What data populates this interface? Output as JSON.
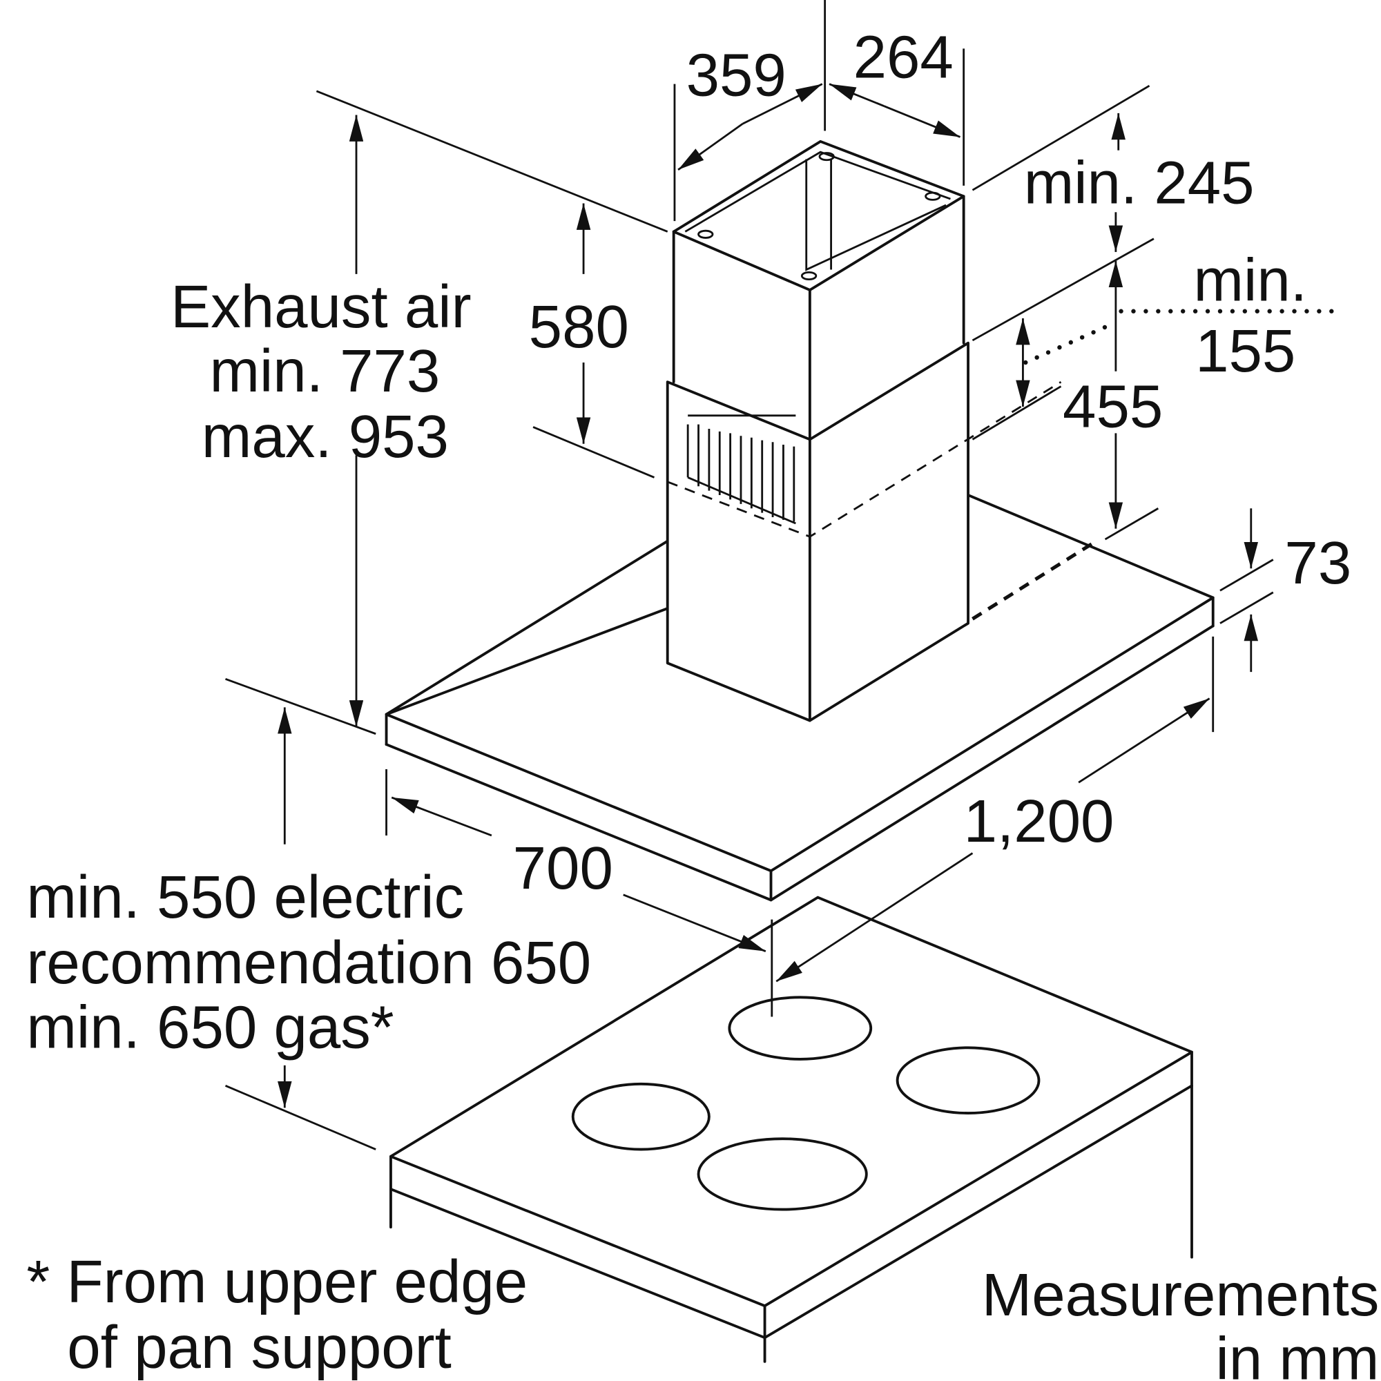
{
  "dimensions": {
    "chimney_depth": "359",
    "chimney_width": "264",
    "chimney_upper": "580",
    "top_clearance": "min. 245",
    "dotted_clearance_1": "min.",
    "dotted_clearance_2": "155",
    "chimney_overlap": "455",
    "canopy_thickness": "73",
    "canopy_width": "1,200",
    "canopy_depth": "700"
  },
  "exhaust": {
    "line1": "Exhaust air",
    "line2": "min. 773",
    "line3": "max. 953"
  },
  "clearance": {
    "line1": "min. 550 electric",
    "line2": "recommendation 650",
    "line3": "min. 650 gas*"
  },
  "footnote": {
    "line1": "* From upper edge",
    "line2": "of pan support"
  },
  "units": {
    "line1": "Measurements",
    "line2": "in mm"
  }
}
